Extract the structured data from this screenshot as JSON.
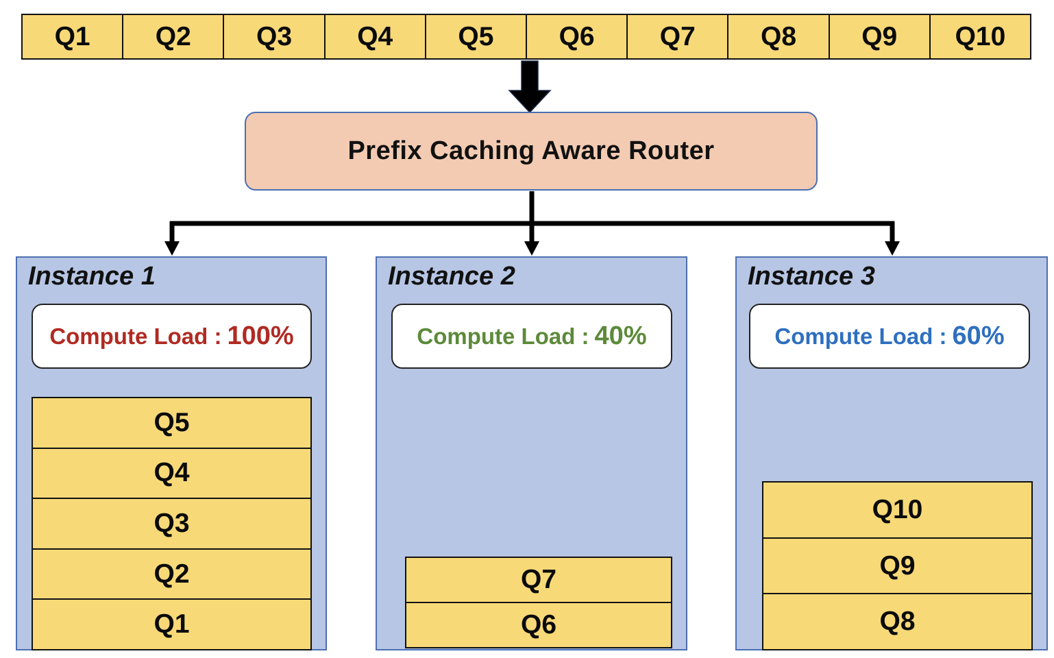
{
  "queue": [
    "Q1",
    "Q2",
    "Q3",
    "Q4",
    "Q5",
    "Q6",
    "Q7",
    "Q8",
    "Q9",
    "Q10"
  ],
  "router": {
    "label": "Prefix Caching Aware Router"
  },
  "instances": [
    {
      "title": "Instance 1",
      "load_label": "Compute Load :",
      "load_value": "100%",
      "load_color": "#b02a22",
      "queries": [
        "Q5",
        "Q4",
        "Q3",
        "Q2",
        "Q1"
      ]
    },
    {
      "title": "Instance 2",
      "load_label": "Compute Load :",
      "load_value": "40%",
      "load_color": "#5c8a3a",
      "queries": [
        "Q7",
        "Q6"
      ]
    },
    {
      "title": "Instance 3",
      "load_label": "Compute Load :",
      "load_value": "60%",
      "load_color": "#2e6fbf",
      "queries": [
        "Q10",
        "Q9",
        "Q8"
      ]
    }
  ],
  "colors": {
    "query_fill": "#f8d978",
    "router_fill": "#f3cbb2",
    "instance_fill": "#b7c6e4",
    "instance_border": "#4d6fb2"
  }
}
